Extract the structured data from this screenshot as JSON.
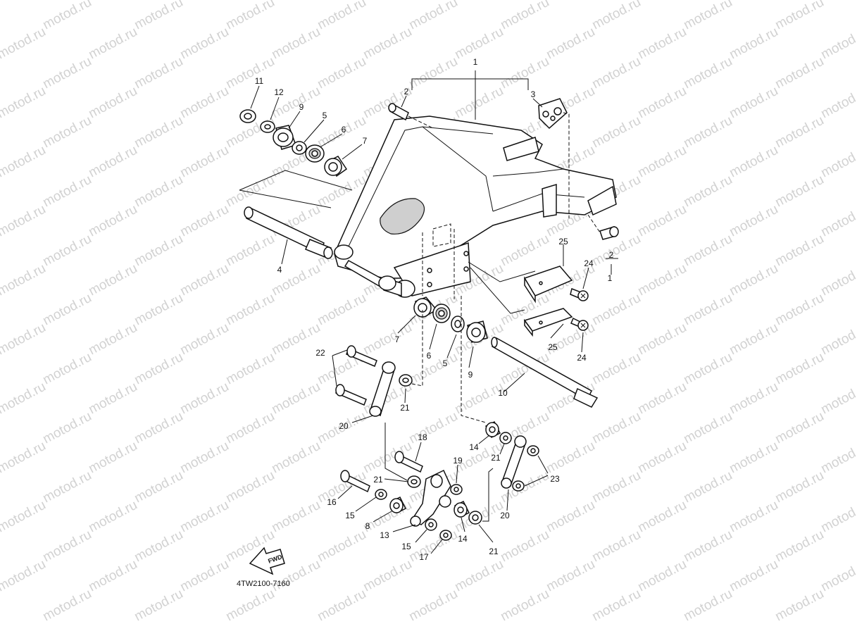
{
  "watermark_text": "motod.ru",
  "diagram_code": "4TW2100-7160",
  "fwd_label": "FWD",
  "callouts": {
    "c1_top": "1",
    "c2_top": "2",
    "c3_top": "3",
    "c4": "4",
    "c11": "11",
    "c12": "12",
    "c9_top": "9",
    "c5_top": "5",
    "c6_top": "6",
    "c7_top": "7",
    "c25_top": "25",
    "c24_top": "24",
    "c2_right": "2",
    "c1_right": "1",
    "c7_mid": "7",
    "c6_mid": "6",
    "c5_mid": "5",
    "c9_mid": "9",
    "c25_bottom": "25",
    "c24_bottom": "24",
    "c10": "10",
    "c22": "22",
    "c21_a": "21",
    "c20_left": "20",
    "c18": "18",
    "c14_top": "14",
    "c21_b": "21",
    "c19": "19",
    "c23": "23",
    "c21_c": "21",
    "c20_right": "20",
    "c16": "16",
    "c15_top": "15",
    "c8": "8",
    "c13": "13",
    "c14_bottom": "14",
    "c15_bottom": "15",
    "c17": "17",
    "c21_d": "21"
  }
}
